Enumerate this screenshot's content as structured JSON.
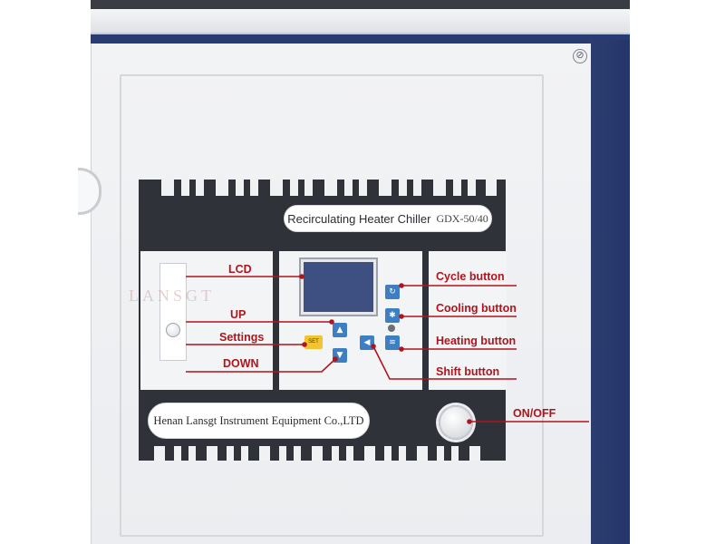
{
  "device": {
    "title": "Recirculating Heater Chiller",
    "model": "GDX-50/40",
    "company": "Henan Lansgt Instrument Equipment Co.,LTD",
    "watermark": "LANSGT",
    "set_label": "SET"
  },
  "callouts": {
    "lcd": "LCD",
    "up": "UP",
    "settings": "Settings",
    "down": "DOWN",
    "cycle": "Cycle button",
    "cooling": "Cooling button",
    "heating": "Heating button",
    "shift": "Shift button",
    "onoff": "ON/OFF"
  },
  "icons": {
    "up_key": "▲",
    "down_key": "▼",
    "shift_key": "◀",
    "cycle_key": "↻",
    "cooling_key": "✱",
    "heating_key": "≋",
    "screw": "⊘"
  },
  "colors": {
    "callout_red": "#b0141c",
    "key_blue": "#3d7fc2",
    "set_yellow": "#f3c431",
    "panel_dark": "#2f3238",
    "lcd_blue": "#3e4f82",
    "cabinet_blue": "#283c73"
  }
}
